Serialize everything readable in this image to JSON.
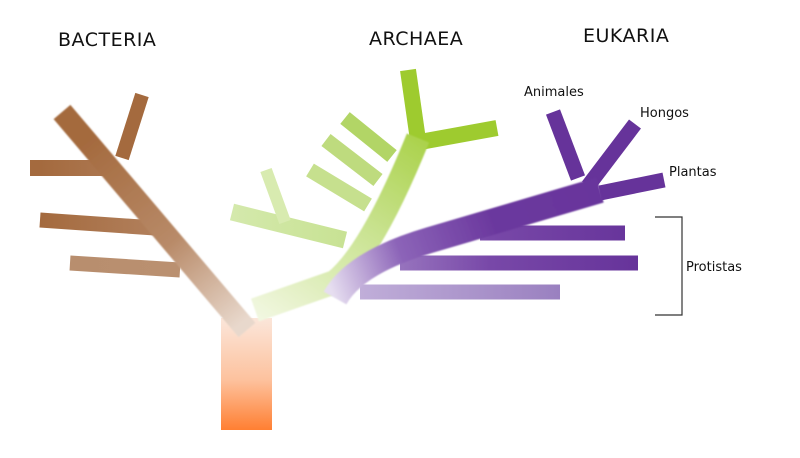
{
  "domains": {
    "bacteria": {
      "label": "BACTERIA",
      "color": "#a46a3e"
    },
    "archaea": {
      "label": "ARCHAEA",
      "color": "#9ecb2f"
    },
    "eukaria": {
      "label": "EUKARIA",
      "color": "#66339a"
    }
  },
  "eukaria_groups": {
    "animales": "Animales",
    "hongos": "Hongos",
    "plantas": "Plantas",
    "protistas": "Protistas"
  },
  "trunk_color": "#ff7f32"
}
